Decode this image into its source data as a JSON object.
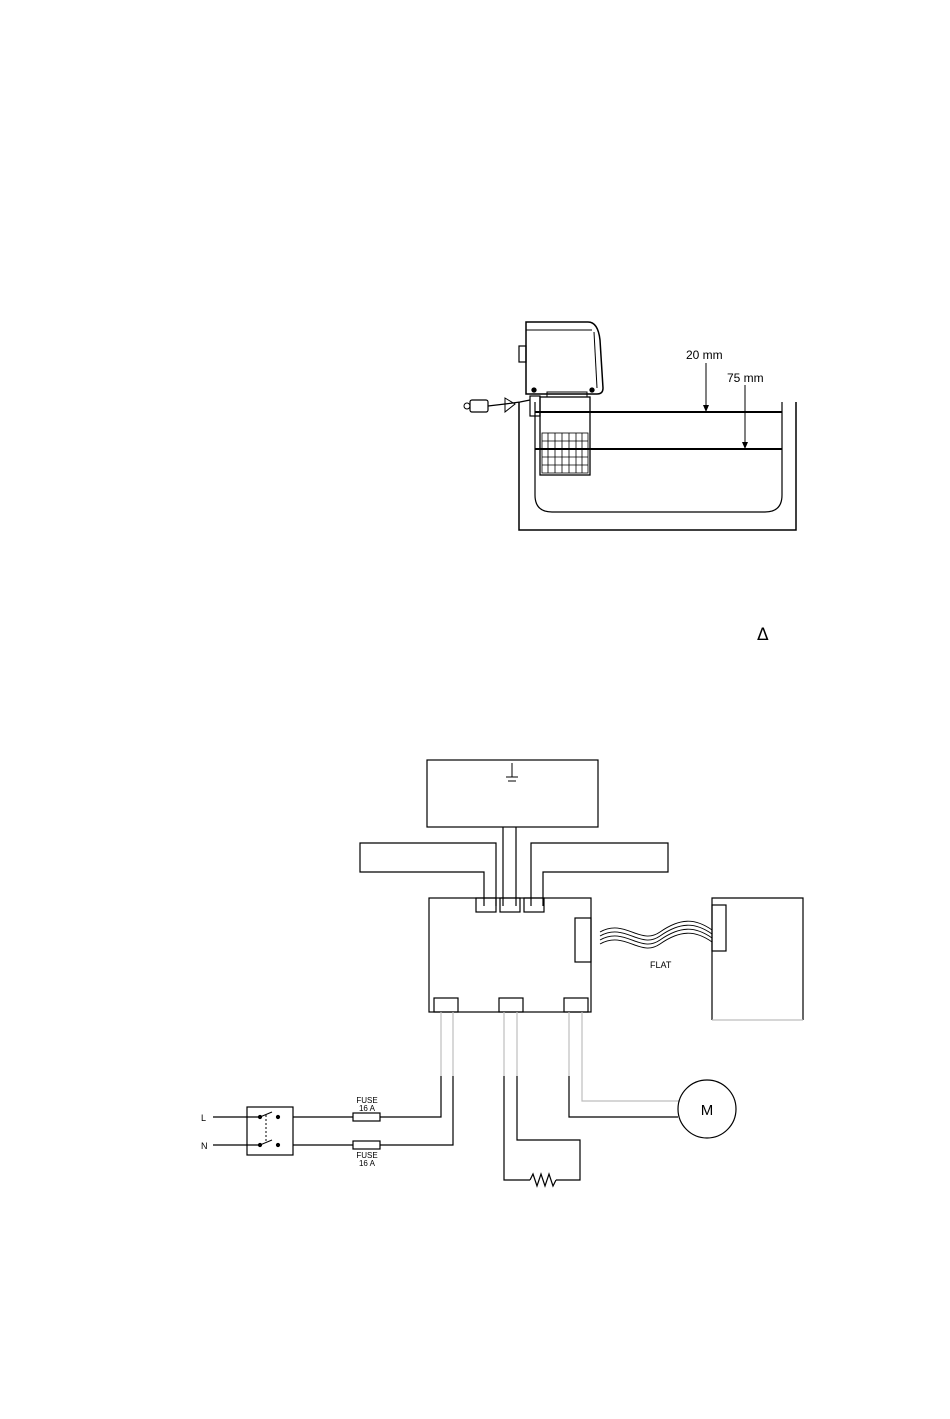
{
  "figure1": {
    "label_20mm": "20 mm",
    "label_75mm": "75 mm"
  },
  "delta_symbol": "Δ",
  "wiring": {
    "line_label": "L",
    "neutral_label": "N",
    "fuse_top": {
      "line1": "FUSE",
      "line2": "16 A"
    },
    "fuse_bottom": {
      "line1": "FUSE",
      "line2": "16 A"
    },
    "motor_label": "M",
    "flat_cable_label": "FLAT"
  },
  "colors": {
    "line": "#000000",
    "wire_gap": "#bdbdbd"
  }
}
